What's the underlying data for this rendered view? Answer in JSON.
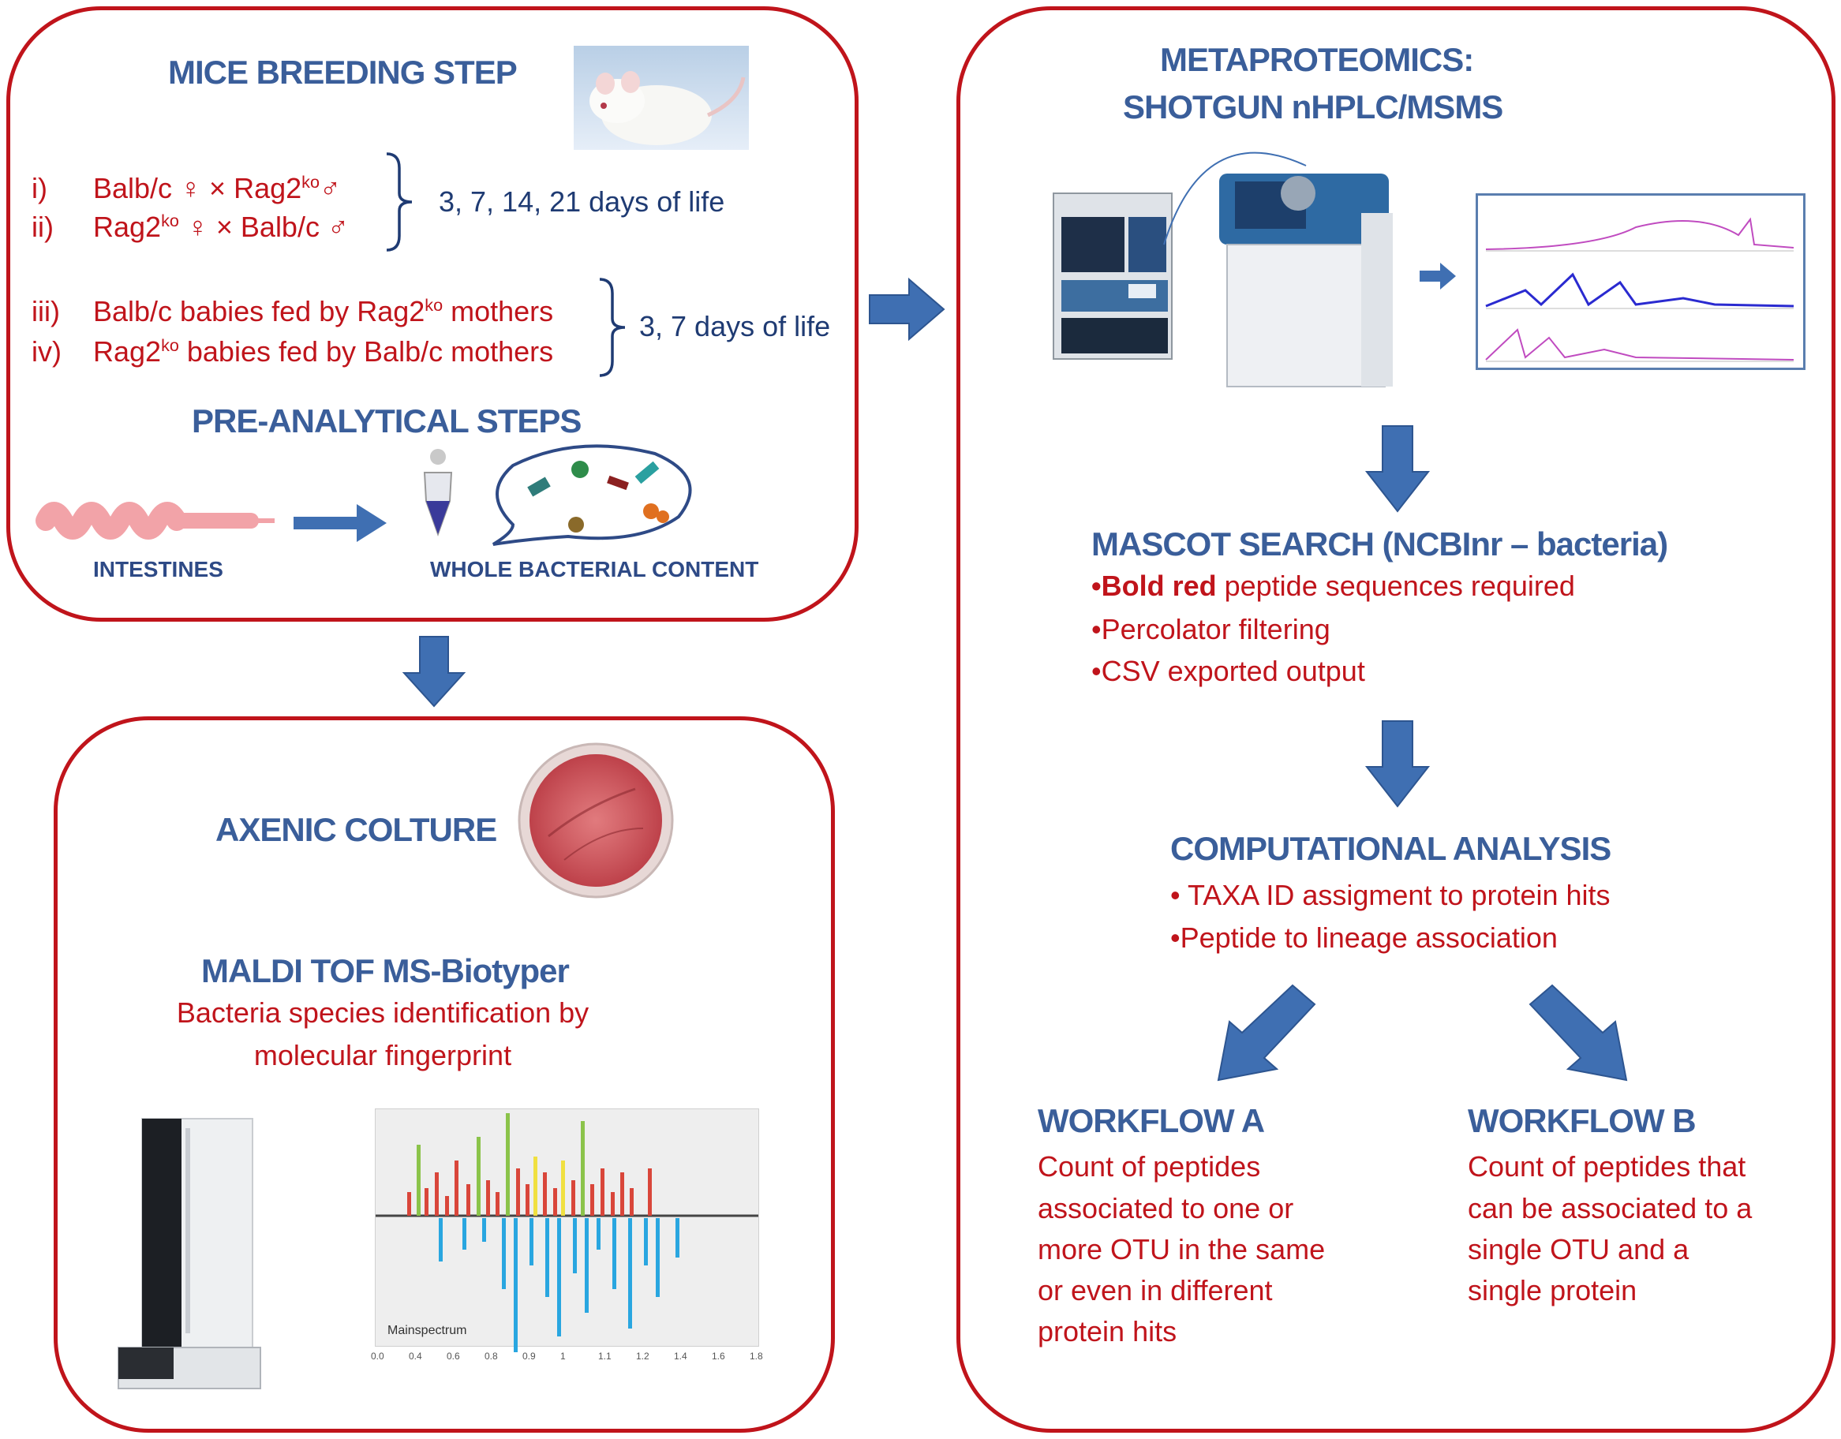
{
  "breeding": {
    "title": "MICE BREEDING STEP",
    "rows": [
      {
        "num": "i)",
        "a": "Balb/c ♀ × Rag2",
        "sup": "ko",
        "b": "♂"
      },
      {
        "num": "ii)",
        "a": "Rag2",
        "sup": "ko",
        "b": " ♀ × Balb/c ♂"
      }
    ],
    "days1": "3, 7,  14, 21 days of life",
    "rows2": [
      {
        "num": "iii)",
        "a": "Balb/c babies fed by Rag2",
        "sup": "ko",
        "b": " mothers"
      },
      {
        "num": "iv)",
        "a": "Rag2",
        "sup": "ko",
        "b": " babies fed by Balb/c mothers"
      }
    ],
    "days2": "3, 7 days of life",
    "pre_title": "PRE-ANALYTICAL STEPS",
    "intestines": "INTESTINES",
    "bacterial": "WHOLE BACTERIAL  CONTENT"
  },
  "axenic": {
    "title": "AXENIC COLTURE",
    "maldi_title": "MALDI TOF MS-Biotyper",
    "desc1": "Bacteria species identification by",
    "desc2": "molecular fingerprint",
    "spectrum_label": "Mainspectrum",
    "ticks": [
      "0.0",
      "0.4",
      "0.6",
      "0.8",
      "0.9",
      "1",
      "1.1",
      "1.2",
      "1.4",
      "1.6",
      "1.8"
    ]
  },
  "meta": {
    "title1": "METAPROTEOMICS:",
    "title2": "SHOTGUN nHPLC/MSMS",
    "mascot_title": "MASCOT SEARCH (NCBInr – bacteria)",
    "mascot_bullet_bold": "•Bold red",
    "mascot_bullet1_rest": " peptide sequences  required",
    "mascot_bullet2": "•Percolator filtering",
    "mascot_bullet3": "•CSV exported output",
    "comp_title": "COMPUTATIONAL ANALYSIS",
    "comp_bullet1": "• TAXA ID assigment to protein hits",
    "comp_bullet2": "•Peptide to lineage association",
    "wfa_title": "WORKFLOW A",
    "wfa_lines": [
      "Count of peptides",
      "associated to  one or",
      "more OTU in the same",
      "or even in different",
      "protein hits"
    ],
    "wfb_title": "WORKFLOW B",
    "wfb_lines": [
      "Count of peptides that",
      "can be associated to a",
      "single OTU and a",
      "single protein"
    ]
  },
  "colors": {
    "border": "#c0141b",
    "arrow": "#3f6fb2",
    "title": "#3a5e9a",
    "red_text": "#c0141b"
  }
}
